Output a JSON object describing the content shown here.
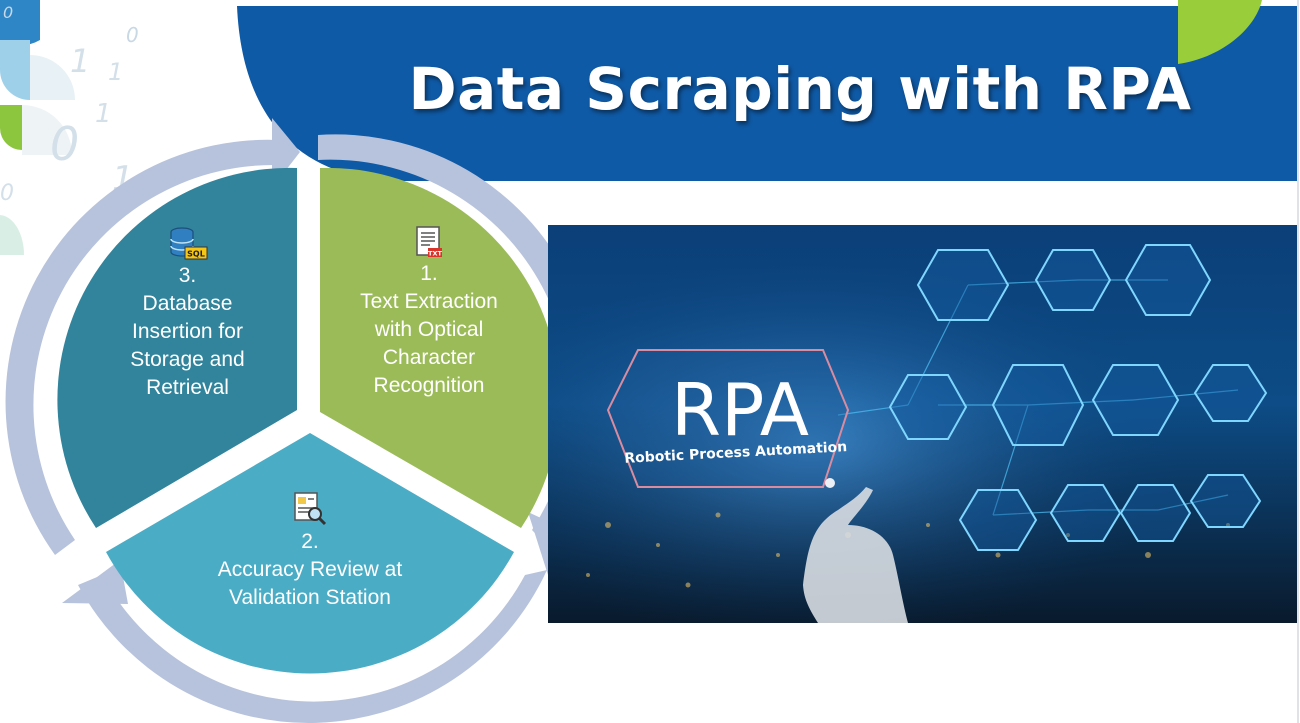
{
  "slide": {
    "title": "Data Scraping with RPA"
  },
  "cycle": {
    "steps": [
      {
        "number": "1.",
        "label": "Text Extraction with Optical Character Recognition",
        "icon": "text-document-icon",
        "color": "#9bbb59"
      },
      {
        "number": "2.",
        "label": "Accuracy Review at Validation Station",
        "icon": "document-search-icon",
        "color": "#4bacc6"
      },
      {
        "number": "3.",
        "label": "Database Insertion for Storage and Retrieval",
        "icon": "sql-database-icon",
        "color": "#31849b"
      }
    ]
  },
  "photo": {
    "headline": "RPA",
    "tagline": "Robotic Process Automation"
  },
  "colors": {
    "banner": "#0f5aa6",
    "arrow_ring": "#b7c3dc",
    "accent_green": "#9acd3a"
  }
}
